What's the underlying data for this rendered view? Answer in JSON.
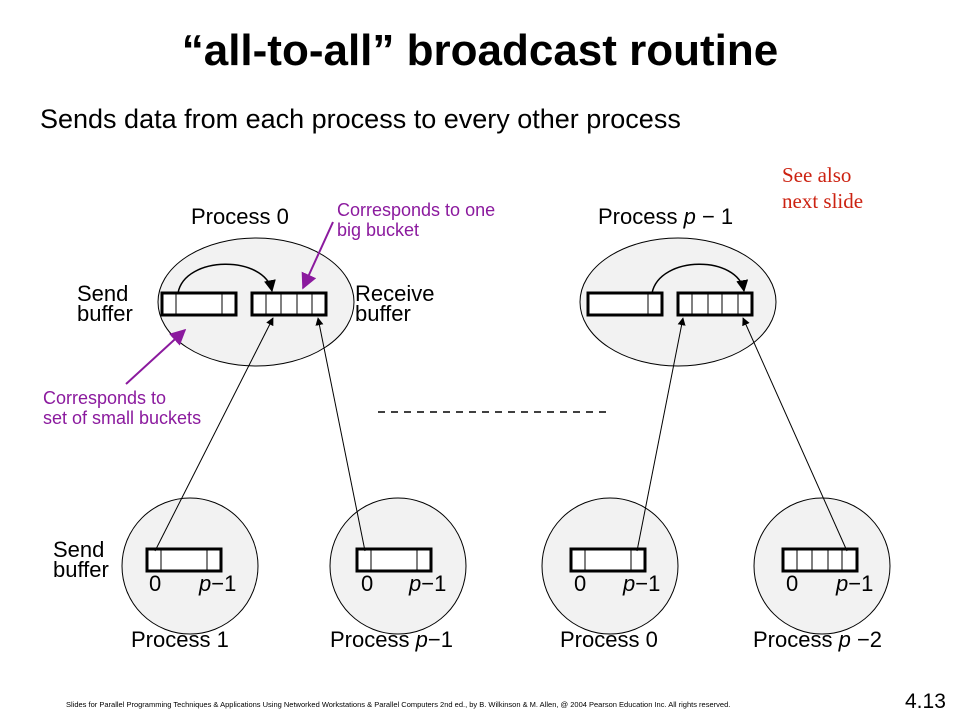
{
  "title": "“all-to-all” broadcast routine",
  "subtitle": "Sends data from each process to every other process",
  "side_note": {
    "line1": "See also",
    "line2": "next slide"
  },
  "upper_processes": {
    "left": {
      "label_prefix": "Process 0"
    },
    "right": {
      "label_prefix": "Process ",
      "label_var": "p",
      "label_suffix": " − 1"
    }
  },
  "buffers": {
    "send_line1": "Send",
    "send_line2": "buffer",
    "receive_line1": "Receive",
    "receive_line2": "buffer"
  },
  "annotations": {
    "big_bucket_line1": "Corresponds to one",
    "big_bucket_line2": "big bucket",
    "small_buckets_line1": "Corresponds to",
    "small_buckets_line2": "set of small buckets"
  },
  "lower_processes": [
    {
      "prefix": "Process 1",
      "var": "",
      "suffix": ""
    },
    {
      "prefix": "Process ",
      "var": "p",
      "suffix": "−1"
    },
    {
      "prefix": "Process 0",
      "var": "",
      "suffix": ""
    },
    {
      "prefix": "Process ",
      "var": "p",
      "suffix": " −2"
    }
  ],
  "index_labels": {
    "first": "0",
    "last_var": "p",
    "last_suffix": "−1"
  },
  "footer": "Slides for Parallel Programming Techniques & Applications Using Networked Workstations & Parallel Computers 2nd ed., by B. Wilkinson & M. Allen, @ 2004 Pearson Education Inc. All rights reserved.",
  "page_number": "4.13",
  "colors": {
    "annotation": "#8b1a9e",
    "side_note": "#cc2211",
    "ellipse_fill": "#f2f2f2"
  }
}
